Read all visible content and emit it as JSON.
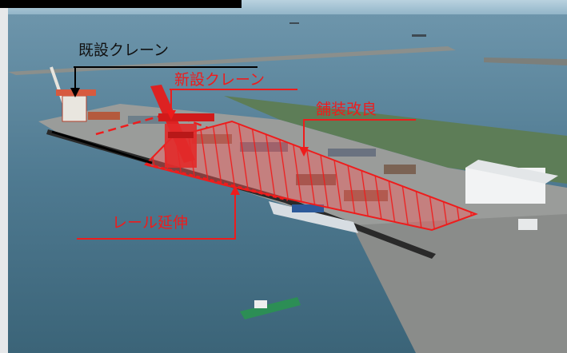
{
  "annotations": {
    "existing_crane": "既設クレーン",
    "new_crane": "新設クレーン",
    "pavement_improvement": "舗装改良",
    "rail_extension": "レール延伸"
  },
  "colors": {
    "annotation_red": "#ee1c1c",
    "annotation_black": "#111111",
    "paving_overlay": "#ff5a5a",
    "sea": "#4f7a90",
    "sky": "#a9c7d8"
  }
}
